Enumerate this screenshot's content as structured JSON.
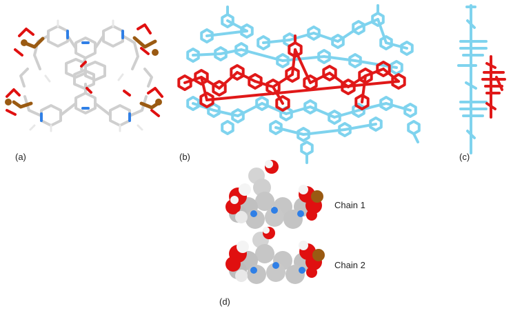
{
  "panels": {
    "a": {
      "label": "(a)"
    },
    "b": {
      "label": "(b)"
    },
    "c": {
      "label": "(c)"
    },
    "d": {
      "label": "(d)",
      "chain1_label": "Chain 1",
      "chain2_label": "Chain 2"
    }
  },
  "colors": {
    "carbon_grey": "#c9c9c9",
    "oxygen_red": "#e01010",
    "nitrogen_blue": "#2f7fe6",
    "copper_brown": "#9a5a12",
    "hydrogen_white": "#f4f4f4",
    "chain_cyan": "#7fd3ee",
    "chain_red": "#e01818"
  }
}
